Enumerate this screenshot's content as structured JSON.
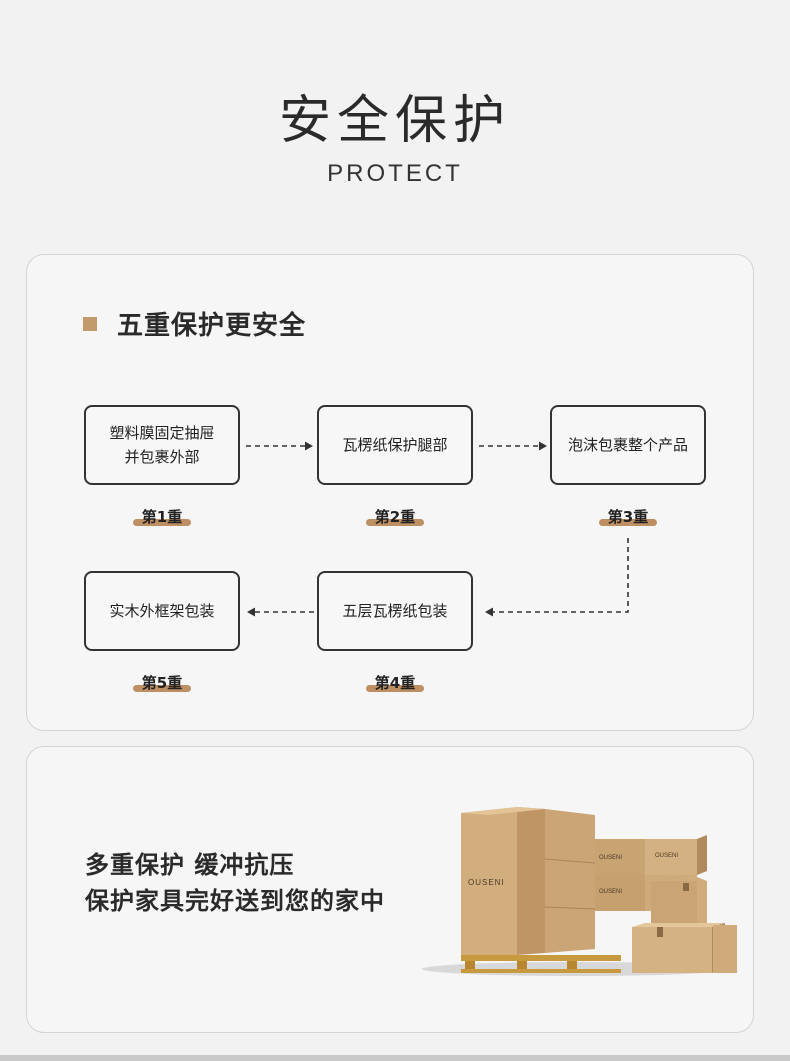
{
  "header": {
    "title": "安全保护",
    "subtitle": "PROTECT"
  },
  "flow": {
    "heading": "五重保护更安全",
    "steps": [
      {
        "line1": "塑料膜固定抽屉",
        "line2": "并包裹外部",
        "tag": "第1重"
      },
      {
        "line1": "瓦楞纸保护腿部",
        "line2": "",
        "tag": "第2重"
      },
      {
        "line1": "泡沫包裹整个产品",
        "line2": "",
        "tag": "第3重"
      },
      {
        "line1": "五层瓦楞纸包装",
        "line2": "",
        "tag": "第4重"
      },
      {
        "line1": "实木外框架包装",
        "line2": "",
        "tag": "第5重"
      }
    ]
  },
  "promo": {
    "line1": "多重保护 缓冲抗压",
    "line2": "保护家具完好送到您的家中",
    "brand": "OUSENI"
  },
  "colors": {
    "accent": "#c29a6b",
    "tag_bar": "#bd8f62",
    "border": "#333333"
  }
}
